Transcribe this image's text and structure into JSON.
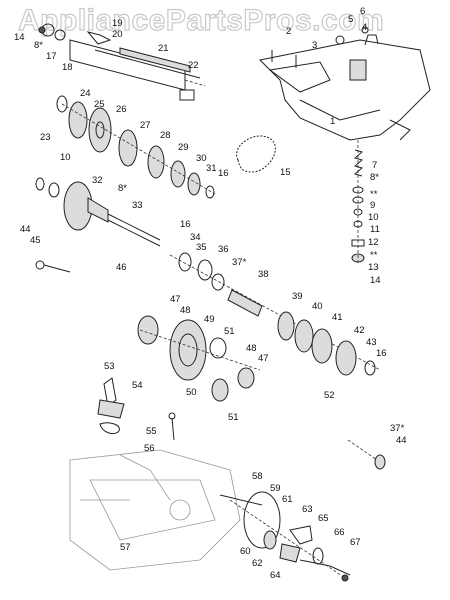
{
  "watermark": "AppliancePartsPros.com",
  "footer_code": "",
  "labels": [
    {
      "id": "p1",
      "text": "1"
    },
    {
      "id": "p2",
      "text": "2"
    },
    {
      "id": "p3",
      "text": "3"
    },
    {
      "id": "p4",
      "text": "4"
    },
    {
      "id": "p5",
      "text": "5"
    },
    {
      "id": "p6",
      "text": "6"
    },
    {
      "id": "p7",
      "text": "7"
    },
    {
      "id": "p8a",
      "text": "8*"
    },
    {
      "id": "p8b",
      "text": "8*"
    },
    {
      "id": "p8c",
      "text": "8*"
    },
    {
      "id": "pss1",
      "text": "**"
    },
    {
      "id": "p9",
      "text": "9"
    },
    {
      "id": "p10a",
      "text": "10"
    },
    {
      "id": "p10b",
      "text": "10"
    },
    {
      "id": "p11",
      "text": "11"
    },
    {
      "id": "p12",
      "text": "12"
    },
    {
      "id": "pss2",
      "text": "**"
    },
    {
      "id": "p13",
      "text": "13"
    },
    {
      "id": "p14",
      "text": "14"
    },
    {
      "id": "p15",
      "text": "15"
    },
    {
      "id": "p16a",
      "text": "16"
    },
    {
      "id": "p16b",
      "text": "16"
    },
    {
      "id": "p16c",
      "text": "16"
    },
    {
      "id": "p17",
      "text": "17"
    },
    {
      "id": "p18",
      "text": "18"
    },
    {
      "id": "p19",
      "text": "19"
    },
    {
      "id": "p20",
      "text": "20"
    },
    {
      "id": "p21",
      "text": "21"
    },
    {
      "id": "p22",
      "text": "22"
    },
    {
      "id": "p23",
      "text": "23"
    },
    {
      "id": "p24",
      "text": "24"
    },
    {
      "id": "p25",
      "text": "25"
    },
    {
      "id": "p26",
      "text": "26"
    },
    {
      "id": "p27",
      "text": "27"
    },
    {
      "id": "p28",
      "text": "28"
    },
    {
      "id": "p29",
      "text": "29"
    },
    {
      "id": "p30",
      "text": "30"
    },
    {
      "id": "p31",
      "text": "31"
    },
    {
      "id": "p32",
      "text": "32"
    },
    {
      "id": "p33",
      "text": "33"
    },
    {
      "id": "p34",
      "text": "34"
    },
    {
      "id": "p35",
      "text": "35"
    },
    {
      "id": "p36",
      "text": "36"
    },
    {
      "id": "p37a",
      "text": "37*"
    },
    {
      "id": "p37b",
      "text": "37*"
    },
    {
      "id": "p38",
      "text": "38"
    },
    {
      "id": "p39",
      "text": "39"
    },
    {
      "id": "p40",
      "text": "40"
    },
    {
      "id": "p41",
      "text": "41"
    },
    {
      "id": "p42",
      "text": "42"
    },
    {
      "id": "p43",
      "text": "43"
    },
    {
      "id": "p44a",
      "text": "44"
    },
    {
      "id": "p44b",
      "text": "44"
    },
    {
      "id": "p45",
      "text": "45"
    },
    {
      "id": "p46",
      "text": "46"
    },
    {
      "id": "p47a",
      "text": "47"
    },
    {
      "id": "p47b",
      "text": "47"
    },
    {
      "id": "p48a",
      "text": "48"
    },
    {
      "id": "p48b",
      "text": "48"
    },
    {
      "id": "p49",
      "text": "49"
    },
    {
      "id": "p50",
      "text": "50"
    },
    {
      "id": "p51a",
      "text": "51"
    },
    {
      "id": "p51b",
      "text": "51"
    },
    {
      "id": "p52",
      "text": "52"
    },
    {
      "id": "p53",
      "text": "53"
    },
    {
      "id": "p54",
      "text": "54"
    },
    {
      "id": "p55",
      "text": "55"
    },
    {
      "id": "p56",
      "text": "56"
    },
    {
      "id": "p57",
      "text": "57"
    },
    {
      "id": "p58",
      "text": "58"
    },
    {
      "id": "p59",
      "text": "59"
    },
    {
      "id": "p60",
      "text": "60"
    },
    {
      "id": "p61",
      "text": "61"
    },
    {
      "id": "p62",
      "text": "62"
    },
    {
      "id": "p63",
      "text": "63"
    },
    {
      "id": "p64",
      "text": "64"
    },
    {
      "id": "p65",
      "text": "65"
    },
    {
      "id": "p66",
      "text": "66"
    },
    {
      "id": "p67",
      "text": "67"
    },
    {
      "id": "p14b",
      "text": "14"
    }
  ]
}
